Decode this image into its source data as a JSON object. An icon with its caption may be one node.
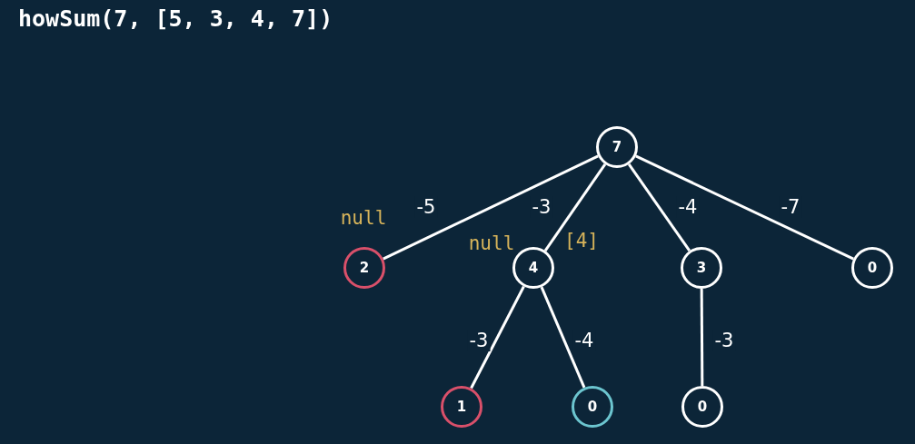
{
  "diagram": {
    "title": "howSum(7, [5, 3, 4, 7])",
    "nodes": [
      {
        "text": [
          "7"
        ]
      },
      {
        "text": [
          "2"
        ],
        "beside": [
          "null"
        ]
      },
      {
        "text": [
          "4"
        ],
        "beside": [
          "null",
          "[4]"
        ]
      },
      {
        "text": [
          "3"
        ]
      },
      {
        "text": [
          "0"
        ]
      },
      {
        "text": [
          "1"
        ]
      },
      {
        "text": [
          "0"
        ]
      },
      {
        "text": [
          "0"
        ]
      }
    ],
    "edges": [
      {
        "from": 0,
        "to": 1,
        "arrow": "none",
        "label": "-5"
      },
      {
        "from": 0,
        "to": 2,
        "arrow": "none",
        "label": "-3"
      },
      {
        "from": 0,
        "to": 3,
        "arrow": "none",
        "label": "-4"
      },
      {
        "from": 0,
        "to": 4,
        "arrow": "none",
        "label": "-7"
      },
      {
        "from": 2,
        "to": 5,
        "arrow": "none",
        "label": "-3"
      },
      {
        "from": 2,
        "to": 6,
        "arrow": "none",
        "label": "-4"
      },
      {
        "from": 3,
        "to": 7,
        "arrow": "none",
        "label": "-3"
      }
    ]
  }
}
